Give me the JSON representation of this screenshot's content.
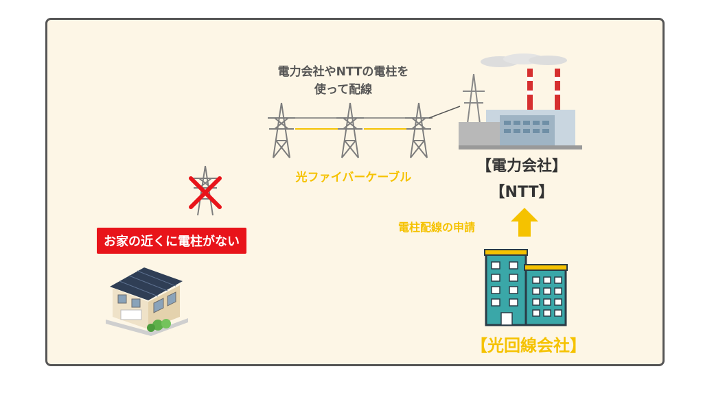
{
  "labels": {
    "pole_note_line1": "電力会社やNTTの電柱を",
    "pole_note_line2": "使って配線",
    "fiber_cable": "光ファイバーケーブル",
    "power_company": "【電力会社】",
    "ntt": "【NTT】",
    "application": "電柱配線の申請",
    "no_pole_near_house": "お家の近くに電柱がない",
    "fiber_company": "【光回線会社】"
  },
  "colors": {
    "panel_bg": "#fdf6e6",
    "accent_yellow": "#f5c200",
    "alert_red": "#e8141a",
    "building_teal": "#3aa7a8",
    "tower_gray": "#7d7d7d"
  },
  "icons": {
    "tower": "transmission-tower-icon",
    "factory": "power-plant-icon",
    "office": "office-building-icon",
    "house": "house-icon",
    "cross": "red-x-icon",
    "arrow": "up-arrow-icon"
  }
}
